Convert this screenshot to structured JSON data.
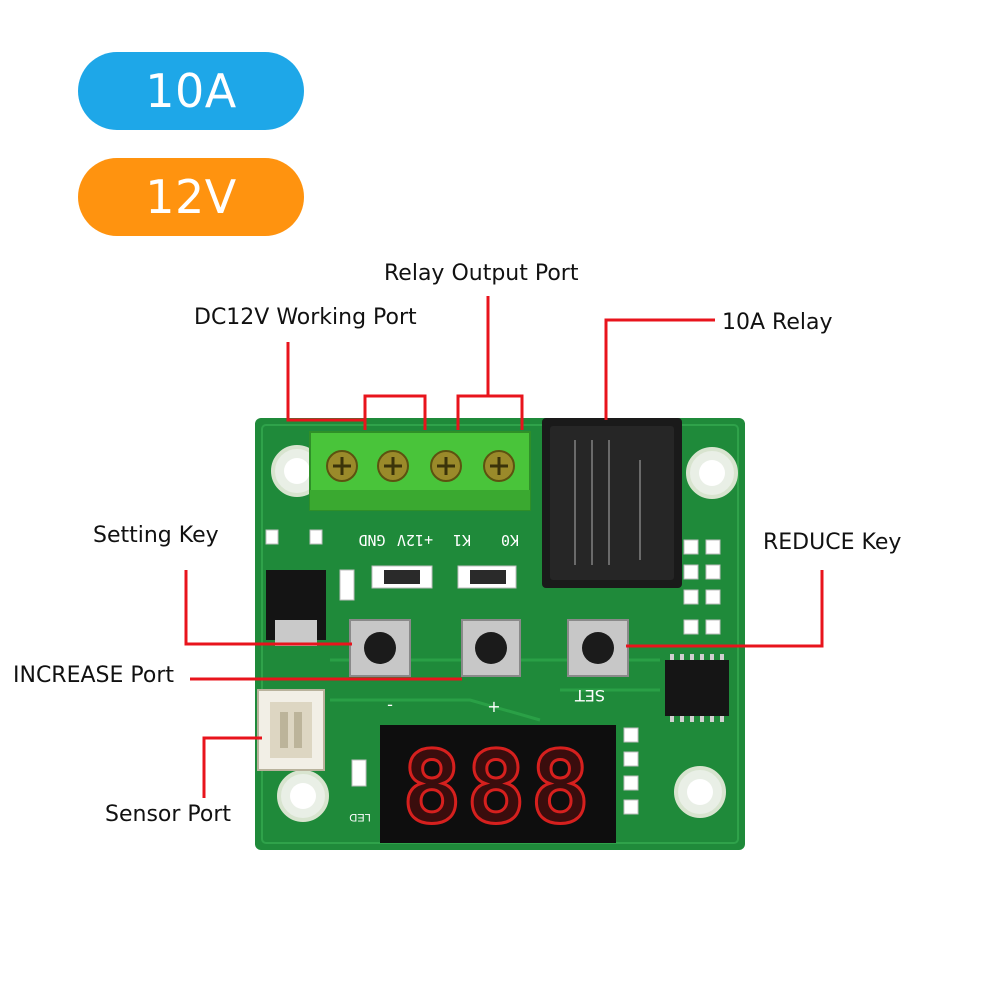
{
  "badges": {
    "current": {
      "label": "10A",
      "color": "#1ea7e8"
    },
    "voltage": {
      "label": "12V",
      "color": "#ff930f"
    }
  },
  "callouts": {
    "relay_output_port": "Relay Output Port",
    "dc12v_working_port": "DC12V Working Port",
    "relay_10a": "10A Relay",
    "setting_key": "Setting Key",
    "reduce_key": "REDUCE Key",
    "increase_port": "INCREASE Port",
    "sensor_port": "Sensor Port"
  },
  "board": {
    "terminal_labels": {
      "gnd": "GND",
      "plus12v": "+12V",
      "k1": "K1",
      "k0": "K0"
    },
    "button_labels": {
      "minus": "-",
      "plus": "+",
      "set": "SET"
    },
    "led_label": "LED",
    "display_digits": "888"
  },
  "colors": {
    "pcb": "#1f8a3a",
    "terminal_block": "#49c43a",
    "relay": "#1a1a1a",
    "leader_line": "#e8141c",
    "display_segment": "#d6201e"
  }
}
